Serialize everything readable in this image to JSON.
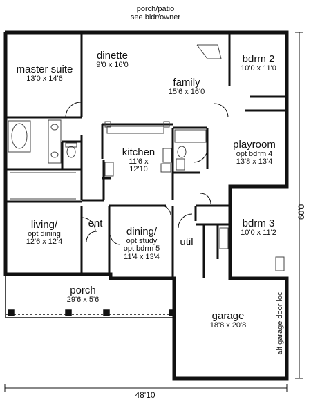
{
  "header": {
    "line1": "porch/patio",
    "line2": "see bldr/owner"
  },
  "rooms": {
    "master": {
      "name": "master suite",
      "size": "13'0 x 14'6"
    },
    "dinette": {
      "name": "dinette",
      "size": "9'0 x 16'0"
    },
    "family": {
      "name": "family",
      "size": "15'6 x 16'0"
    },
    "bdrm2": {
      "name": "bdrm 2",
      "size": "10'0 x 11'0"
    },
    "kitchen": {
      "name": "kitchen",
      "size1": "11'6 x",
      "size2": "12'10"
    },
    "playroom": {
      "name": "playroom",
      "sub": "opt bdrm 4",
      "size": "13'8 x 13'4"
    },
    "living": {
      "name": "living/",
      "sub": "opt dining",
      "size": "12'6 x 12'4"
    },
    "ent": {
      "name": "ent"
    },
    "dining": {
      "name": "dining/",
      "sub1": "opt study",
      "sub2": "opt bdrm 5",
      "size": "11'4 x 13'4"
    },
    "util": {
      "name": "util"
    },
    "bdrm3": {
      "name": "bdrm 3",
      "size": "10'0 x 11'2"
    },
    "porch": {
      "name": "porch",
      "size": "29'6 x 5'6"
    },
    "garage": {
      "name": "garage",
      "size": "18'8 x 20'8",
      "note": "alt garage door loc"
    }
  },
  "dimensions": {
    "width": "48'10",
    "depth": "60'0"
  },
  "colors": {
    "wall": "#111111",
    "fixture": "#444444",
    "background": "#ffffff"
  }
}
